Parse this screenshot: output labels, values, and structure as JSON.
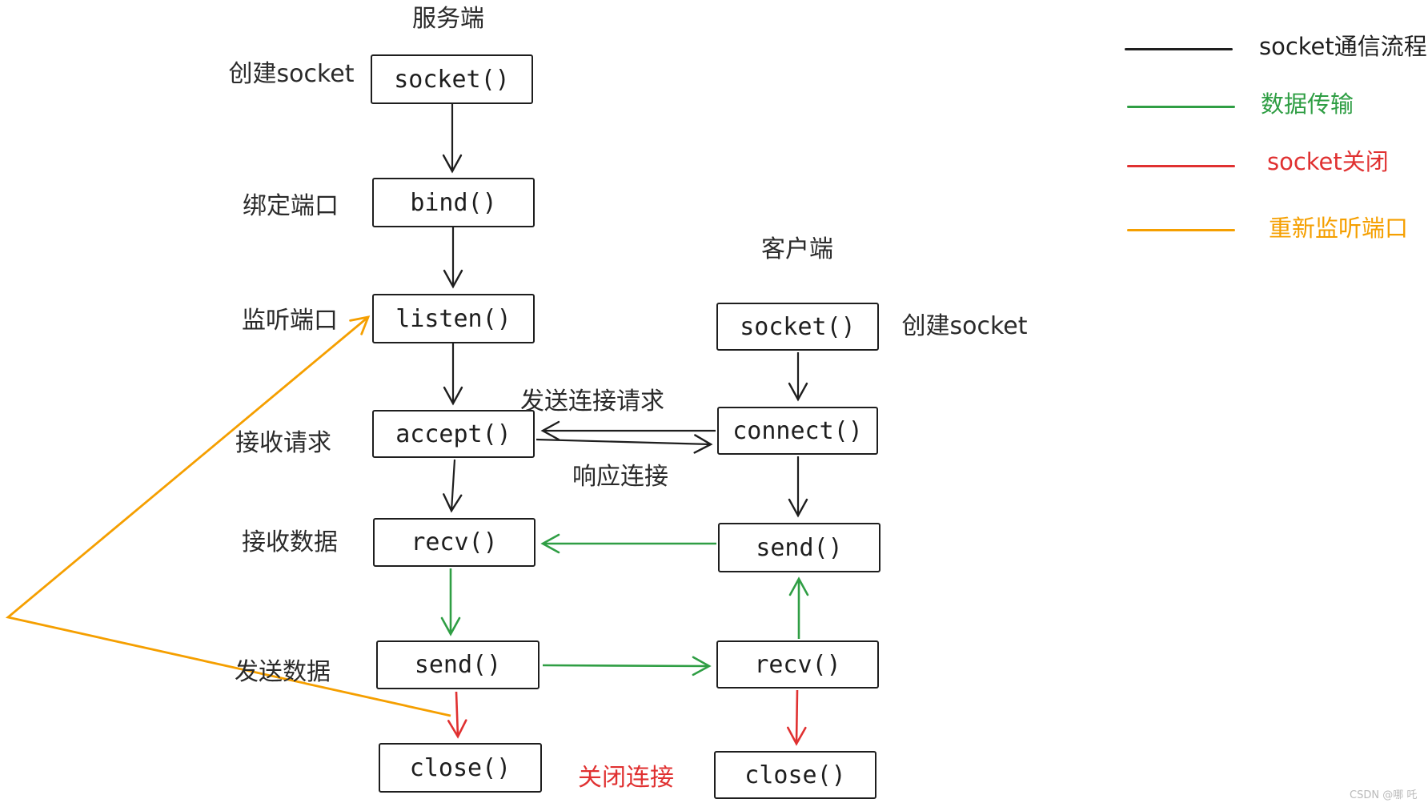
{
  "titles": {
    "server": "服务端",
    "client": "客户端"
  },
  "server": {
    "nodes": [
      {
        "label": "socket()",
        "side_label": "创建socket"
      },
      {
        "label": "bind()",
        "side_label": "绑定端口"
      },
      {
        "label": "listen()",
        "side_label": "监听端口"
      },
      {
        "label": "accept()",
        "side_label": "接收请求"
      },
      {
        "label": "recv()",
        "side_label": "接收数据"
      },
      {
        "label": "send()",
        "side_label": "发送数据"
      },
      {
        "label": "close()",
        "side_label": ""
      }
    ]
  },
  "client": {
    "nodes": [
      {
        "label": "socket()",
        "side_label": "创建socket"
      },
      {
        "label": "connect()",
        "side_label": ""
      },
      {
        "label": "send()",
        "side_label": ""
      },
      {
        "label": "recv()",
        "side_label": ""
      },
      {
        "label": "close()",
        "side_label": ""
      }
    ]
  },
  "edge_labels": {
    "connect_request": "发送连接请求",
    "connect_response": "响应连接",
    "close_connection": "关闭连接"
  },
  "legend": {
    "items": [
      {
        "label": "socket通信流程",
        "color": "#1e1e1e"
      },
      {
        "label": "数据传输",
        "color": "#2f9e44"
      },
      {
        "label": "socket关闭",
        "color": "#e03131"
      },
      {
        "label": "重新监听端口",
        "color": "#f59f00"
      }
    ]
  },
  "colors": {
    "flow": "#1e1e1e",
    "data_transfer": "#2f9e44",
    "socket_close": "#e03131",
    "relisten": "#f59f00"
  },
  "watermark": "CSDN @哪 吒"
}
